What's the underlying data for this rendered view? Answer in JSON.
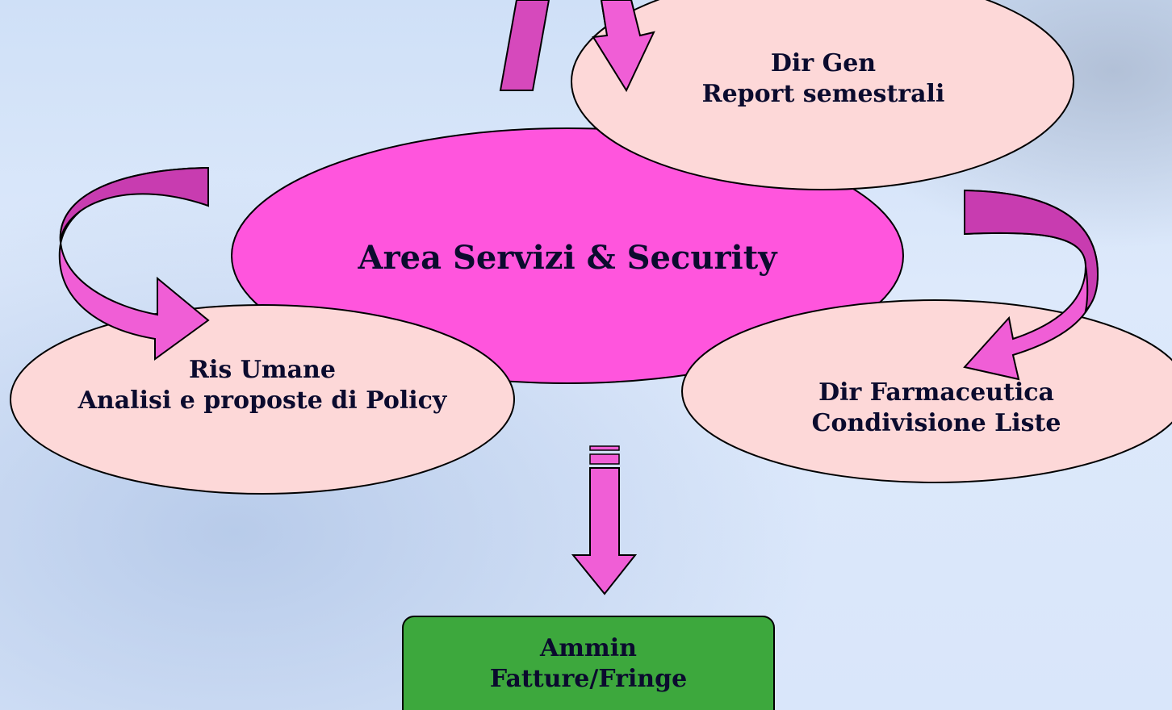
{
  "center": {
    "label": "Area Servizi & Security"
  },
  "nodes": {
    "dir_gen": {
      "line1": "Dir Gen",
      "line2": "Report semestrali"
    },
    "ris_umane": {
      "line1": "Ris Umane",
      "line2": "Analisi e proposte di Policy"
    },
    "dir_farmaceutica": {
      "line1": "Dir Farmaceutica",
      "line2": "Condivisione Liste"
    },
    "ammin": {
      "line1": "Ammin",
      "line2": "Fatture/Fringe"
    }
  },
  "colors": {
    "center_fill": "#ff55dd",
    "node_fill": "#fdd8d8",
    "box_fill": "#3da83d",
    "arrow_fill": "#f05ed6",
    "arrow_shade": "#c83cb0",
    "text": "#0b0b2e"
  }
}
